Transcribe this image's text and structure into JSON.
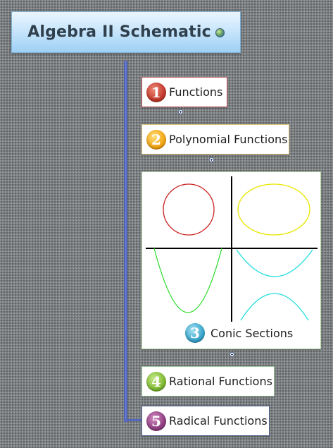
{
  "root": {
    "title": "Algebra II Schematic",
    "icon": "globe-icon"
  },
  "topics": [
    {
      "number": "1",
      "label": "Functions",
      "border": "#c0545d"
    },
    {
      "number": "2",
      "label": "Polynomial Functions",
      "border": "#d8c37a"
    },
    {
      "number": "3",
      "label": "Conic Sections",
      "border": "#b6d6a5"
    },
    {
      "number": "4",
      "label": "Rational Functions",
      "border": "#9fc9a0"
    },
    {
      "number": "5",
      "label": "Radical Functions",
      "border": "#4f5f8f"
    }
  ],
  "conic_image": {
    "circle_color": "#cc1f1f",
    "ellipse_color": "#e8e600",
    "parabola_color": "#33dd33",
    "hyperbola_color": "#22dddd",
    "axis_color": "#000000"
  }
}
